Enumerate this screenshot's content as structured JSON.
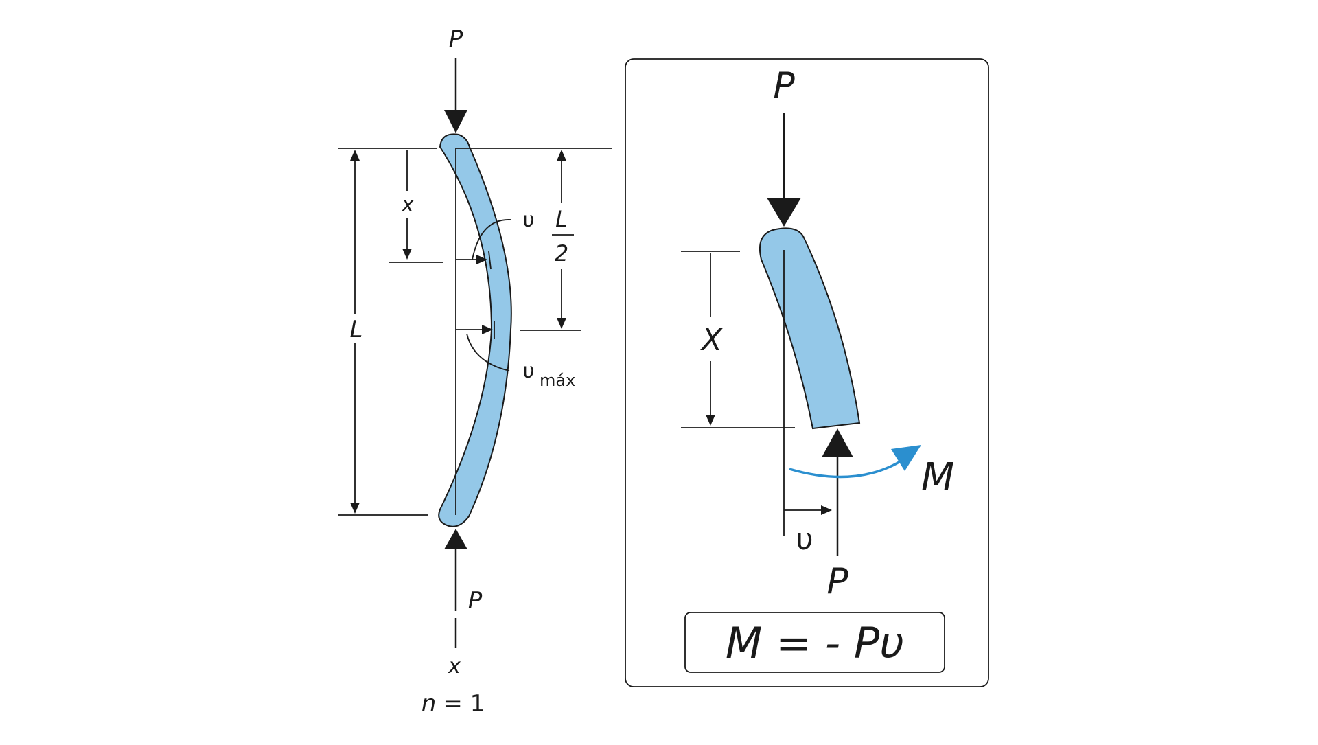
{
  "left_figure": {
    "load_top": "P",
    "load_bottom": "P",
    "length_label": "L",
    "position_label": "x",
    "half_length_num": "L",
    "half_length_den": "2",
    "deflection_label": "υ",
    "max_deflection_label": "υ",
    "max_deflection_sub": "máx",
    "axis_label": "x",
    "mode_var": "n",
    "mode_eq": "= 1"
  },
  "right_figure": {
    "load_top": "P",
    "load_reaction": "P",
    "position_label": "X",
    "moment_label": "M",
    "deflection_label": "υ",
    "equation": "M = - Pυ"
  },
  "colors": {
    "column_fill": "#94c8e8",
    "moment_arrow": "#2b8fcf",
    "line": "#1a1a1a"
  }
}
